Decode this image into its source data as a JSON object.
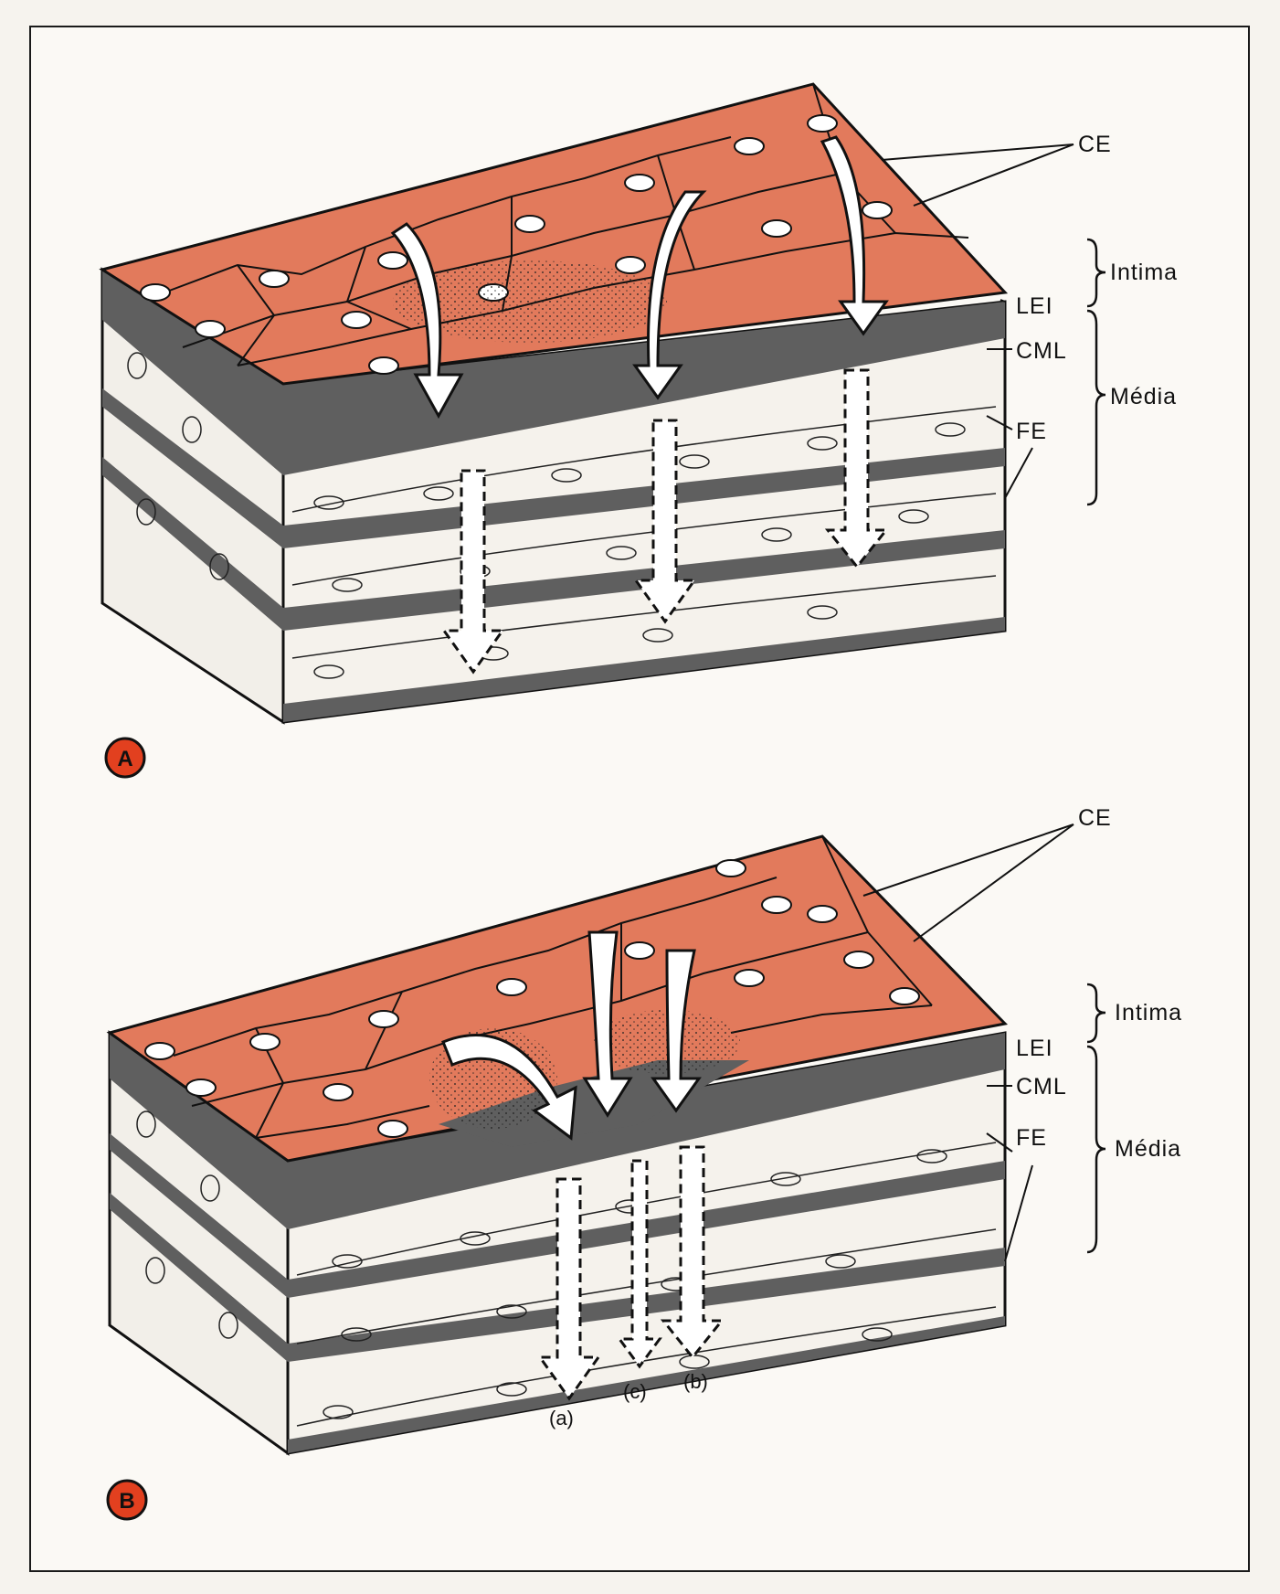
{
  "panels": [
    {
      "badge": "A",
      "labels": {
        "ce": "CE",
        "intima": "Intima",
        "let": "LEI",
        "cml": "CML",
        "media": "Média",
        "fe": "FE"
      }
    },
    {
      "badge": "B",
      "labels": {
        "ce": "CE",
        "intima": "Intima",
        "let": "LEI",
        "cml": "CML",
        "media": "Média",
        "fe": "FE"
      },
      "arrow_labels": [
        "(a)",
        "(c)",
        "(b)"
      ]
    }
  ],
  "colors": {
    "endothelium": "#e27a5c",
    "lamina": "#5f5f5f",
    "outline": "#111111",
    "badge": "#e2401f"
  }
}
